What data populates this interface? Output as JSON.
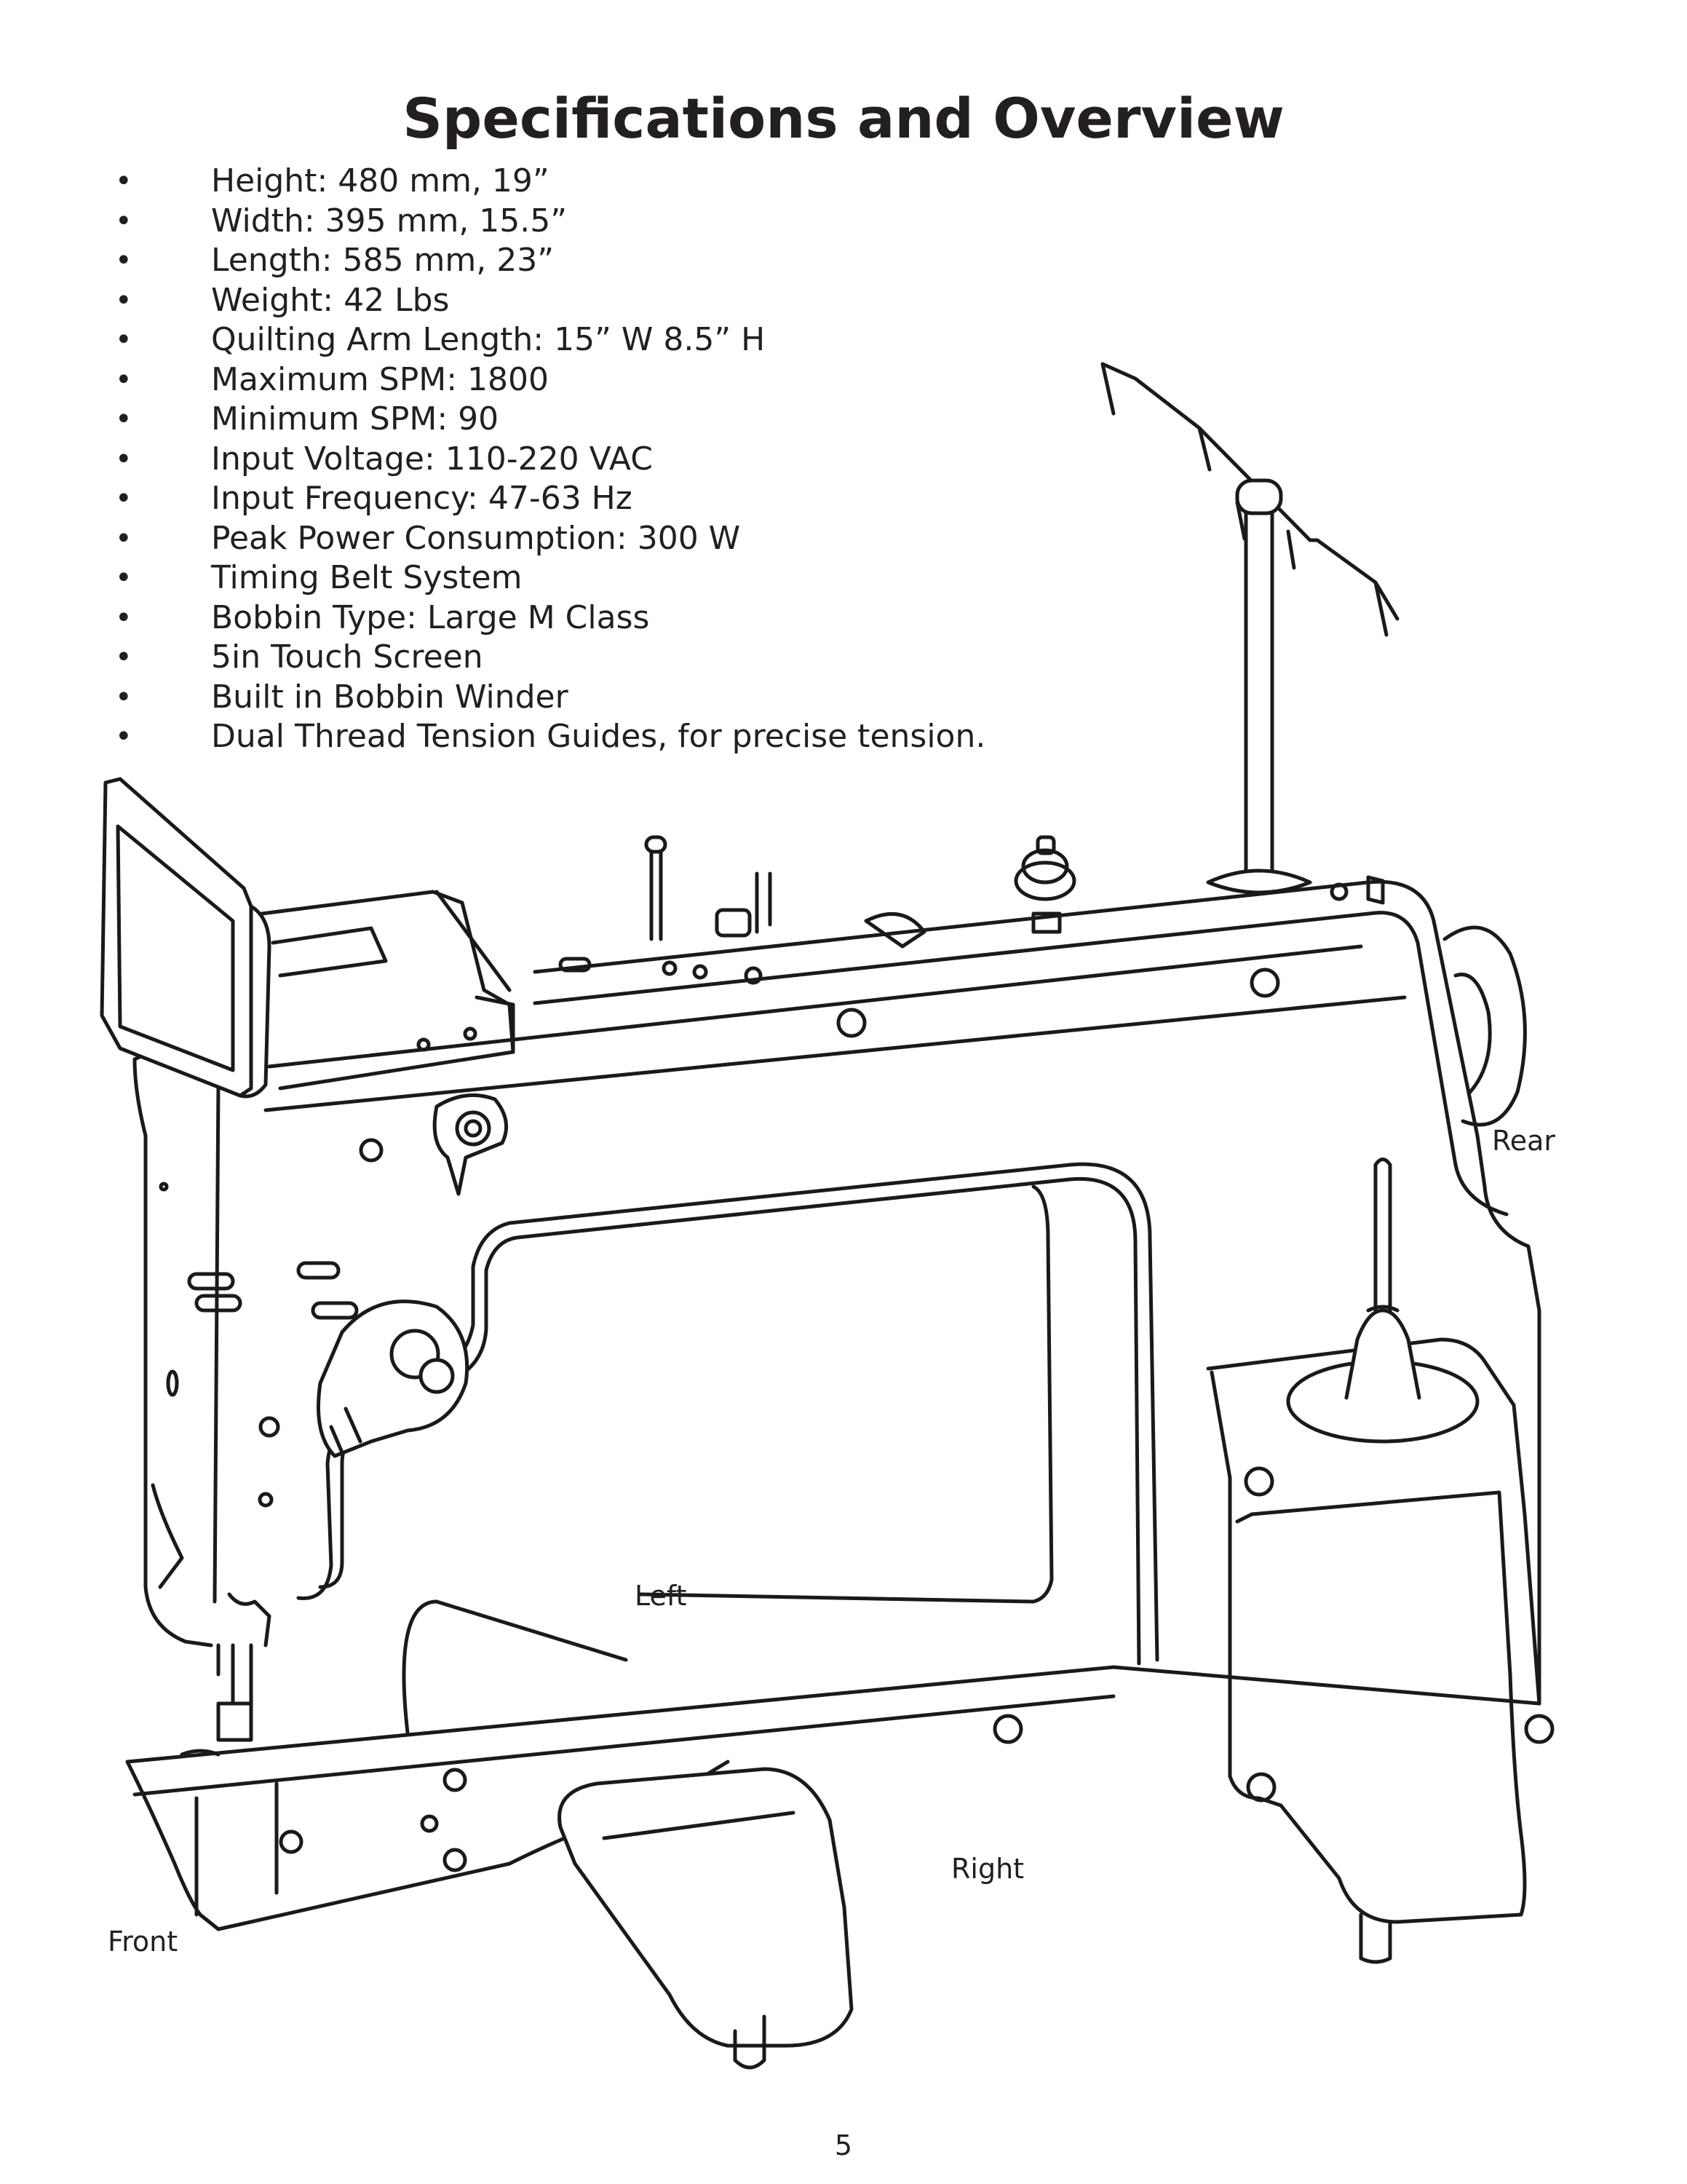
{
  "page": {
    "title": "Specifications and Overview",
    "page_number": "5"
  },
  "specs": {
    "bullet": "•",
    "items": [
      "Height: 480 mm, 19”",
      "Width: 395 mm, 15.5”",
      "Length: 585 mm, 23”",
      "Weight: 42 Lbs",
      "Quilting Arm Length: 15” W 8.5” H",
      "Maximum SPM: 1800",
      "Minimum SPM: 90",
      "Input Voltage: 110-220 VAC",
      "Input Frequency: 47-63 Hz",
      "Peak Power Consumption: 300 W",
      "Timing Belt System",
      "Bobbin Type: Large M Class",
      "5in Touch Screen",
      "Built in Bobbin Winder",
      "Dual Thread Tension Guides, for precise tension."
    ]
  },
  "diagram": {
    "labels": {
      "rear": "Rear",
      "left": "Left",
      "right": "Right",
      "front": "Front"
    }
  }
}
